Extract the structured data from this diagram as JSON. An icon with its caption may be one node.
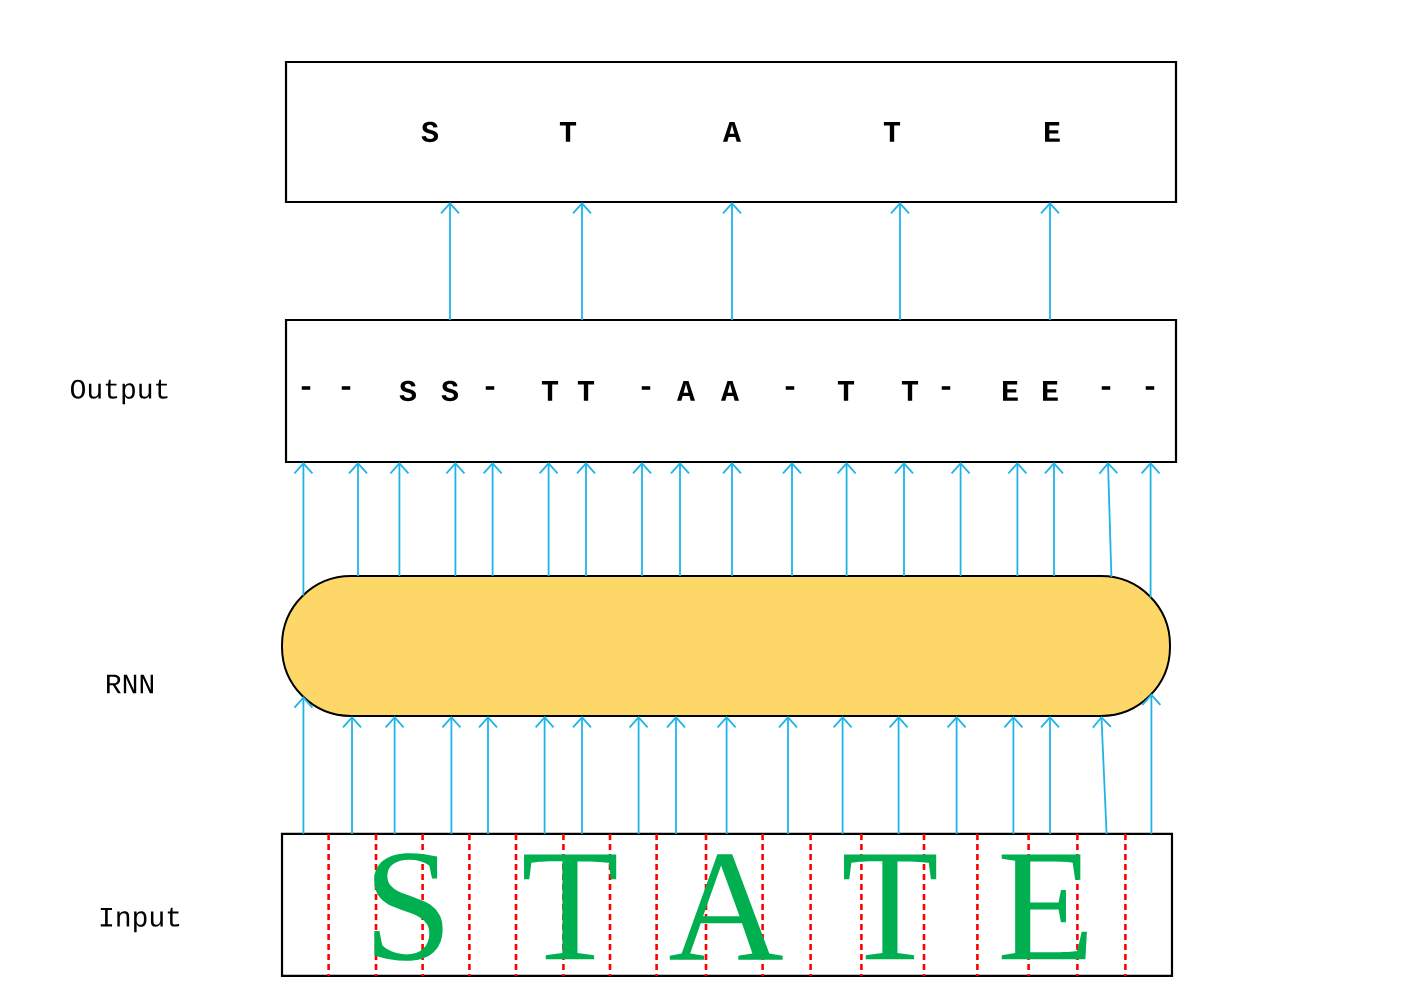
{
  "diagram": {
    "nodes": [
      {
        "text": [
          "S",
          "T",
          "A",
          "T",
          "E"
        ]
      },
      {
        "text": [
          "-",
          "-",
          "S",
          "S",
          "-",
          "T",
          "T",
          "-",
          "A",
          "A",
          "-",
          "T",
          "T",
          "-",
          "E",
          "E",
          "-",
          "-"
        ]
      },
      {
        "text": [],
        "shape": "pill"
      },
      {
        "text": [
          "S",
          "T",
          "A",
          "T",
          "E"
        ]
      }
    ],
    "labels": [
      "Output",
      "RNN",
      "Input"
    ],
    "edges": [
      {
        "from": 1,
        "to": 0,
        "arrow": "to"
      },
      {
        "from": 1,
        "to": 0,
        "arrow": "to"
      },
      {
        "from": 1,
        "to": 0,
        "arrow": "to"
      },
      {
        "from": 1,
        "to": 0,
        "arrow": "to"
      },
      {
        "from": 1,
        "to": 0,
        "arrow": "to"
      },
      {
        "from": 2,
        "to": 1,
        "arrow": "to"
      },
      {
        "from": 2,
        "to": 1,
        "arrow": "to"
      },
      {
        "from": 2,
        "to": 1,
        "arrow": "to"
      },
      {
        "from": 2,
        "to": 1,
        "arrow": "to"
      },
      {
        "from": 2,
        "to": 1,
        "arrow": "to"
      },
      {
        "from": 2,
        "to": 1,
        "arrow": "to"
      },
      {
        "from": 2,
        "to": 1,
        "arrow": "to"
      },
      {
        "from": 2,
        "to": 1,
        "arrow": "to"
      },
      {
        "from": 2,
        "to": 1,
        "arrow": "to"
      },
      {
        "from": 2,
        "to": 1,
        "arrow": "to"
      },
      {
        "from": 2,
        "to": 1,
        "arrow": "to"
      },
      {
        "from": 2,
        "to": 1,
        "arrow": "to"
      },
      {
        "from": 2,
        "to": 1,
        "arrow": "to"
      },
      {
        "from": 2,
        "to": 1,
        "arrow": "to"
      },
      {
        "from": 2,
        "to": 1,
        "arrow": "to"
      },
      {
        "from": 2,
        "to": 1,
        "arrow": "to"
      },
      {
        "from": 2,
        "to": 1,
        "arrow": "to"
      },
      {
        "from": 2,
        "to": 1,
        "arrow": "to"
      },
      {
        "from": 3,
        "to": 2,
        "arrow": "to"
      },
      {
        "from": 3,
        "to": 2,
        "arrow": "to"
      },
      {
        "from": 3,
        "to": 2,
        "arrow": "to"
      },
      {
        "from": 3,
        "to": 2,
        "arrow": "to"
      },
      {
        "from": 3,
        "to": 2,
        "arrow": "to"
      },
      {
        "from": 3,
        "to": 2,
        "arrow": "to"
      },
      {
        "from": 3,
        "to": 2,
        "arrow": "to"
      },
      {
        "from": 3,
        "to": 2,
        "arrow": "to"
      },
      {
        "from": 3,
        "to": 2,
        "arrow": "to"
      },
      {
        "from": 3,
        "to": 2,
        "arrow": "to"
      },
      {
        "from": 3,
        "to": 2,
        "arrow": "to"
      },
      {
        "from": 3,
        "to": 2,
        "arrow": "to"
      },
      {
        "from": 3,
        "to": 2,
        "arrow": "to"
      },
      {
        "from": 3,
        "to": 2,
        "arrow": "to"
      },
      {
        "from": 3,
        "to": 2,
        "arrow": "to"
      },
      {
        "from": 3,
        "to": 2,
        "arrow": "to"
      },
      {
        "from": 3,
        "to": 2,
        "arrow": "to"
      },
      {
        "from": 3,
        "to": 2,
        "arrow": "to"
      }
    ]
  }
}
